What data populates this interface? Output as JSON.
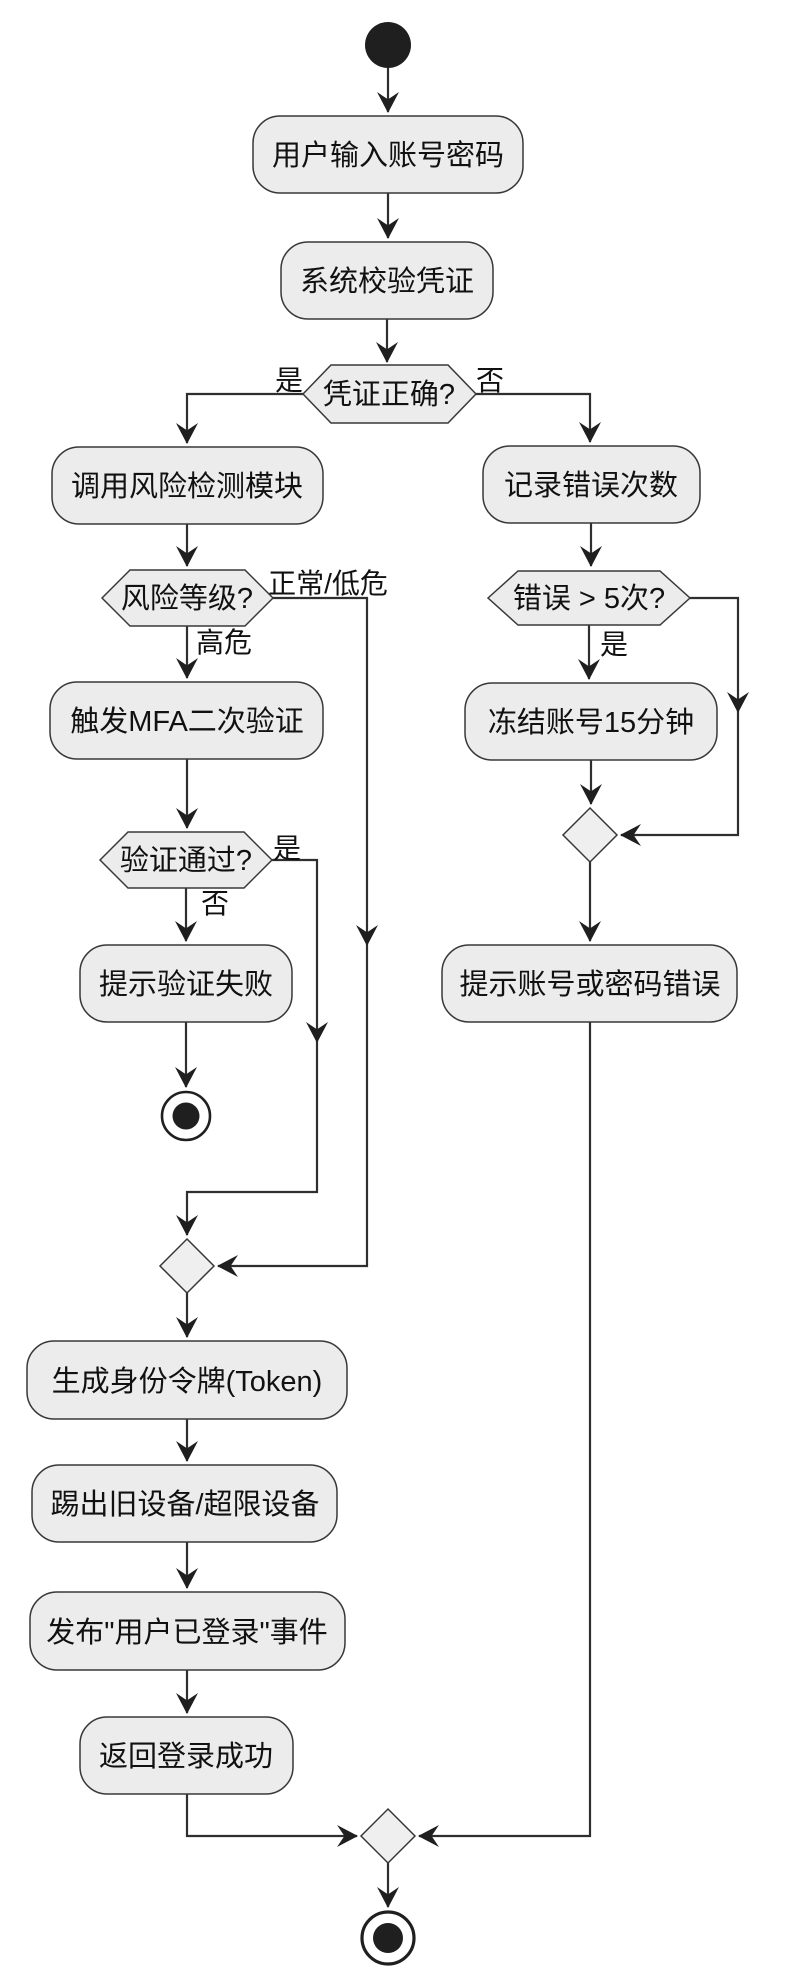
{
  "diagram": {
    "kind": "activity-flowchart",
    "colors": {
      "background": "#ffffff",
      "node_fill": "#ececec",
      "node_border": "#383838",
      "edge_line": "#2f2f2f",
      "text": "#111111",
      "terminal_fill": "#1f1f1f"
    },
    "nodes": {
      "input_credentials": {
        "type": "action",
        "label": "用户输入账号密码"
      },
      "verify_credentials": {
        "type": "action",
        "label": "系统校验凭证"
      },
      "credentials_ok": {
        "type": "decision",
        "label": "凭证正确?"
      },
      "risk_module": {
        "type": "action",
        "label": "调用风险检测模块"
      },
      "risk_level": {
        "type": "decision",
        "label": "风险等级?"
      },
      "trigger_mfa": {
        "type": "action",
        "label": "触发MFA二次验证"
      },
      "mfa_passed": {
        "type": "decision",
        "label": "验证通过?"
      },
      "mfa_fail_msg": {
        "type": "action",
        "label": "提示验证失败"
      },
      "record_errors": {
        "type": "action",
        "label": "记录错误次数"
      },
      "errors_over_5": {
        "type": "decision",
        "label": "错误 > 5次?"
      },
      "freeze_account": {
        "type": "action",
        "label": "冻结账号15分钟"
      },
      "wrong_credentials_msg": {
        "type": "action",
        "label": "提示账号或密码错误"
      },
      "generate_token": {
        "type": "action",
        "label": "生成身份令牌(Token)"
      },
      "kick_devices": {
        "type": "action",
        "label": "踢出旧设备/超限设备"
      },
      "publish_event": {
        "type": "action",
        "label": "发布\"用户已登录\"事件"
      },
      "return_success": {
        "type": "action",
        "label": "返回登录成功"
      }
    },
    "edge_labels": {
      "credentials_yes": "是",
      "credentials_no": "否",
      "risk_normal_low": "正常/低危",
      "risk_high": "高危",
      "mfa_yes": "是",
      "mfa_no": "否",
      "errors_yes": "是"
    }
  }
}
